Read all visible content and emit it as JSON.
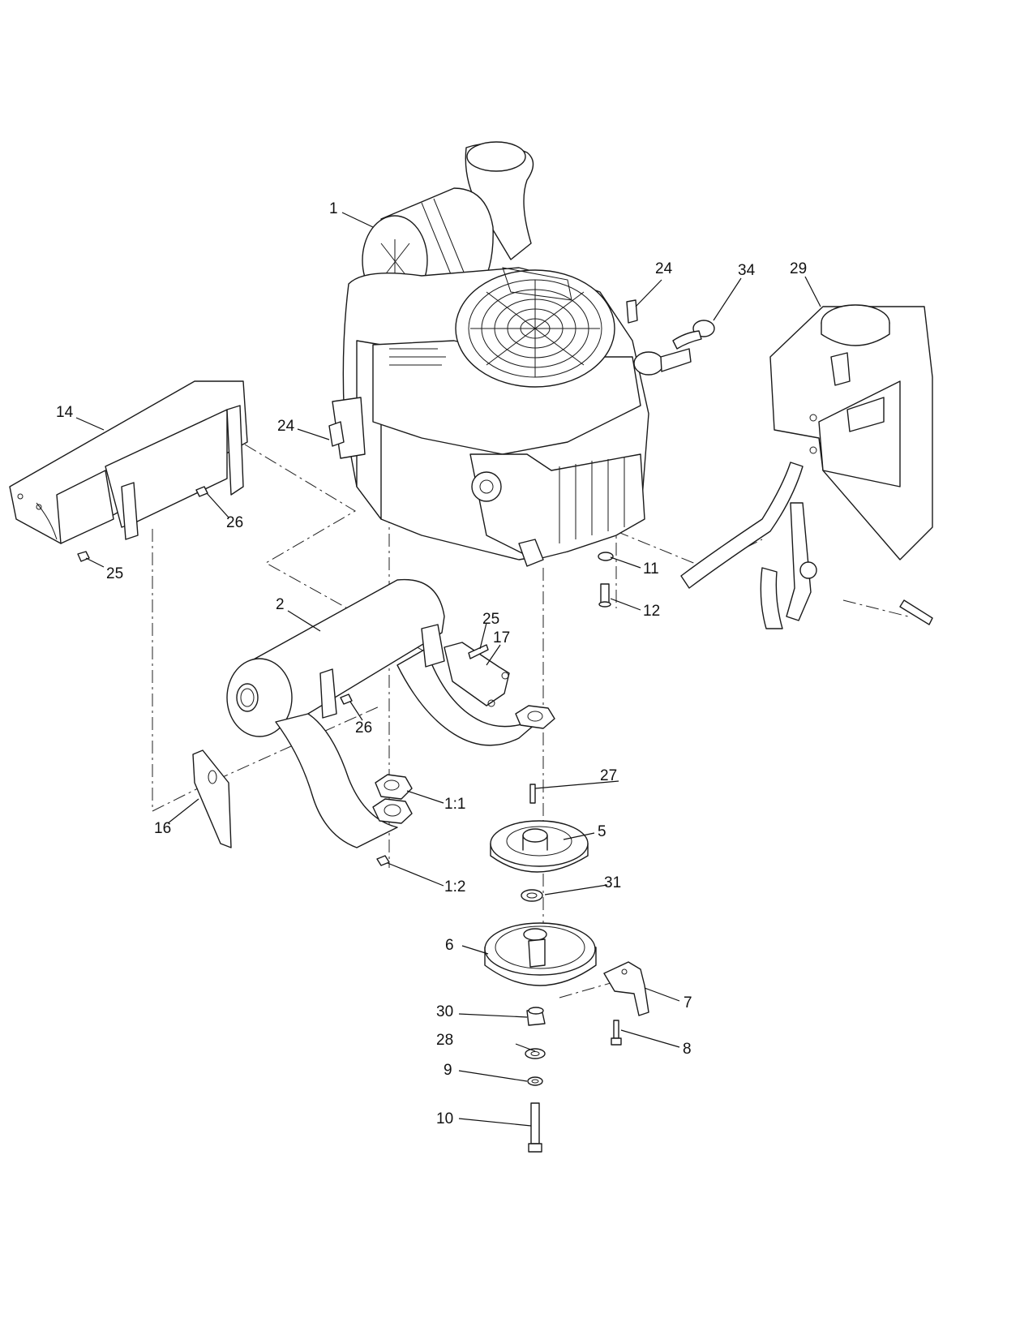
{
  "callouts": {
    "c1": "1",
    "c2": "2",
    "c5": "5",
    "c6": "6",
    "c7": "7",
    "c8": "8",
    "c9": "9",
    "c10": "10",
    "c11": "11",
    "c12": "12",
    "c14": "14",
    "c16": "16",
    "c17": "17",
    "c24a": "24",
    "c24b": "24",
    "c25a": "25",
    "c25b": "25",
    "c26a": "26",
    "c26b": "26",
    "c27": "27",
    "c28": "28",
    "c29": "29",
    "c30": "30",
    "c31": "31",
    "c34": "34",
    "c1_1": "1:1",
    "c1_2": "1:2"
  }
}
